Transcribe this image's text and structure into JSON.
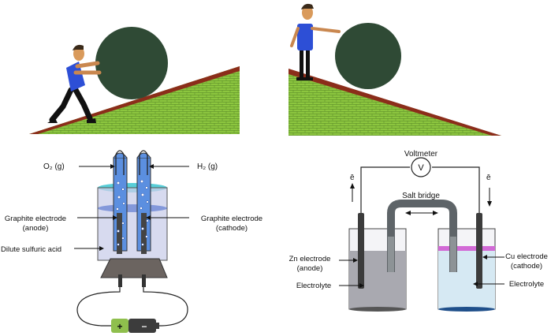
{
  "electrolysis": {
    "o2_label": "O₂  (g)",
    "h2_label": "H₂  (g)",
    "anode_line1": "Graphite electrode",
    "anode_line2": "(anode)",
    "cathode_line1": "Graphite electrode",
    "cathode_line2": "(cathode)",
    "acid_label": "Dilute sulfuric acid",
    "battery_plus": "+",
    "battery_minus": "−"
  },
  "galvanic": {
    "voltmeter_label": "Voltmeter",
    "voltmeter_symbol": "V",
    "electron_left": "ē",
    "electron_right": "ē",
    "salt_bridge_label": "Salt bridge",
    "zn_line1": "Zn electrode",
    "zn_line2": "(anode)",
    "cu_line1": "Cu electrode",
    "cu_line2": "(cathode)",
    "electrolyte_left": "Electrolyte",
    "electrolyte_right": "Electrolyte"
  },
  "colors": {
    "grass": "#8cc63f",
    "brick_line": "#5f8f2a",
    "slope_edge": "#8b2d1a",
    "boulder": "#2f4a35",
    "shirt": "#2d4fd6",
    "tube_fill": "#5b8fe0",
    "solution": "#c9cdea",
    "battery_green": "#8fbf4d",
    "battery_dark": "#3c3c3c",
    "zn_solution": "#a9a9b0",
    "cu_solution": "#d6e9f3",
    "cu_top": "#d26ad6"
  }
}
